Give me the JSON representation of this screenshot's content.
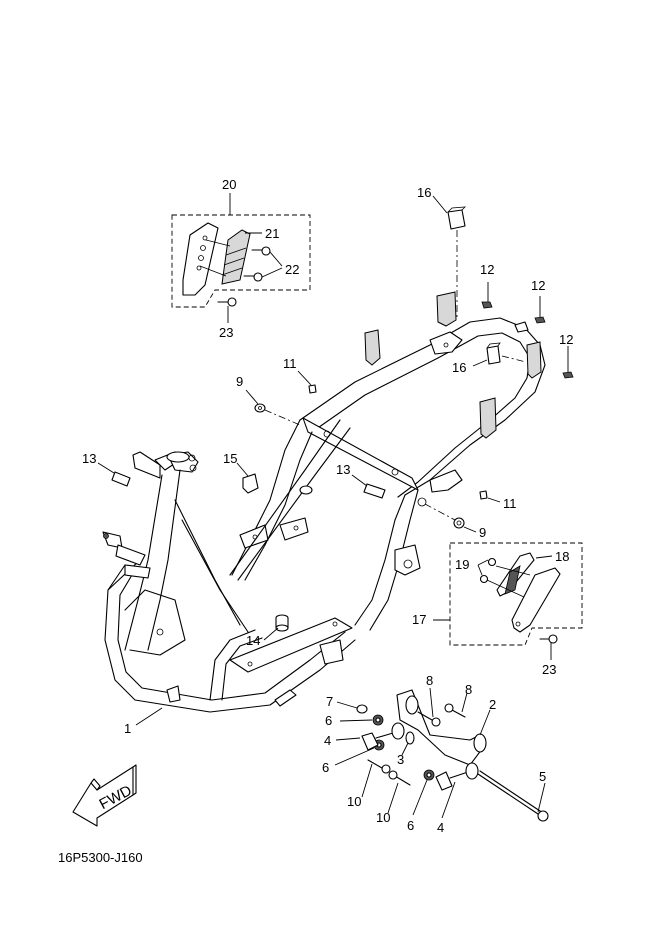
{
  "diagram": {
    "title": "Frame exploded parts diagram",
    "drawing_code": "16P5300-J160",
    "fwd_label": "FWD",
    "colors": {
      "background": "#ffffff",
      "line": "#000000",
      "shade": "#d8d8d8"
    },
    "callouts": [
      {
        "id": "c1",
        "label": "1"
      },
      {
        "id": "c2",
        "label": "2"
      },
      {
        "id": "c3",
        "label": "3"
      },
      {
        "id": "c4a",
        "label": "4"
      },
      {
        "id": "c4b",
        "label": "4"
      },
      {
        "id": "c5",
        "label": "5"
      },
      {
        "id": "c6a",
        "label": "6"
      },
      {
        "id": "c6b",
        "label": "6"
      },
      {
        "id": "c6c",
        "label": "6"
      },
      {
        "id": "c7",
        "label": "7"
      },
      {
        "id": "c8a",
        "label": "8"
      },
      {
        "id": "c8b",
        "label": "8"
      },
      {
        "id": "c9a",
        "label": "9"
      },
      {
        "id": "c9b",
        "label": "9"
      },
      {
        "id": "c10a",
        "label": "10"
      },
      {
        "id": "c10b",
        "label": "10"
      },
      {
        "id": "c11a",
        "label": "11"
      },
      {
        "id": "c11b",
        "label": "11"
      },
      {
        "id": "c12a",
        "label": "12"
      },
      {
        "id": "c12b",
        "label": "12"
      },
      {
        "id": "c12c",
        "label": "12"
      },
      {
        "id": "c13a",
        "label": "13"
      },
      {
        "id": "c13b",
        "label": "13"
      },
      {
        "id": "c14",
        "label": "14"
      },
      {
        "id": "c15",
        "label": "15"
      },
      {
        "id": "c16a",
        "label": "16"
      },
      {
        "id": "c16b",
        "label": "16"
      },
      {
        "id": "c17",
        "label": "17"
      },
      {
        "id": "c18",
        "label": "18"
      },
      {
        "id": "c19",
        "label": "19"
      },
      {
        "id": "c20",
        "label": "20"
      },
      {
        "id": "c21",
        "label": "21"
      },
      {
        "id": "c22",
        "label": "22"
      },
      {
        "id": "c23a",
        "label": "23"
      },
      {
        "id": "c23b",
        "label": "23"
      }
    ]
  }
}
